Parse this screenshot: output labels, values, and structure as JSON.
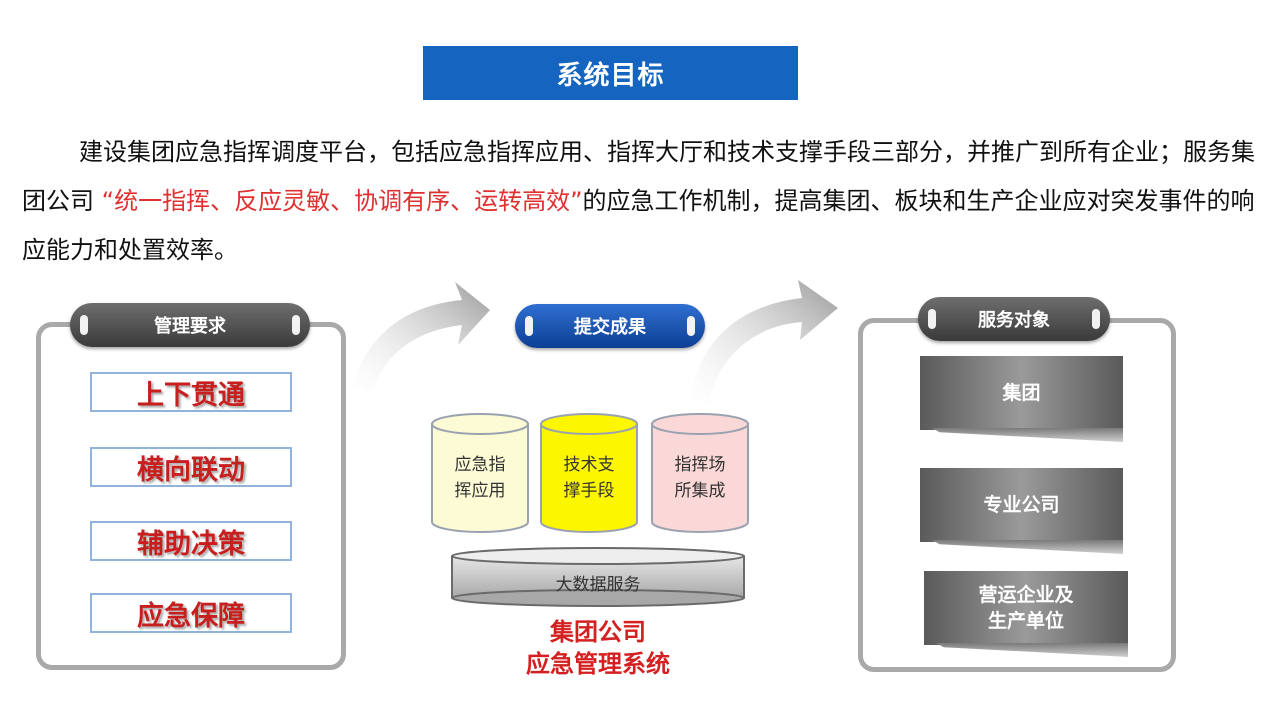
{
  "title": "系统目标",
  "intro": {
    "part1": "建设集团应急指挥调度平台，包括应急指挥应用、指挥大厅和技术支撑手段三部分，并推广到所有企业；服务集团公司 ",
    "highlight": "“统一指挥、反应灵敏、协调有序、运转高效”",
    "part2": "的应急工作机制，提高集团、板块和生产企业应对突发事件的响应能力和处置效率。"
  },
  "left": {
    "header": "管理要求",
    "items": [
      "上下贯通",
      "横向联动",
      "辅助决策",
      "应急保障"
    ]
  },
  "center": {
    "header": "提交成果",
    "cylinders": [
      {
        "line1": "应急指",
        "line2": "挥应用",
        "color": "#fdfbd5"
      },
      {
        "line1": "技术支",
        "line2": "撑手段",
        "color": "#fcf600"
      },
      {
        "line1": "指挥场",
        "line2": "所集成",
        "color": "#fbd8d8"
      }
    ],
    "base": "大数据服务",
    "system_line1": "集团公司",
    "system_line2": "应急管理系统"
  },
  "right": {
    "header": "服务对象",
    "items": [
      {
        "line1": "集团",
        "line2": ""
      },
      {
        "line1": "专业公司",
        "line2": ""
      },
      {
        "line1": "营运企业及",
        "line2": "生产单位"
      }
    ]
  },
  "colors": {
    "title_bg": "#1565c0",
    "highlight": "#e03030",
    "requirement_text": "#c81e1e",
    "system_text": "#d42020",
    "panel_border": "#a9a9a9"
  }
}
